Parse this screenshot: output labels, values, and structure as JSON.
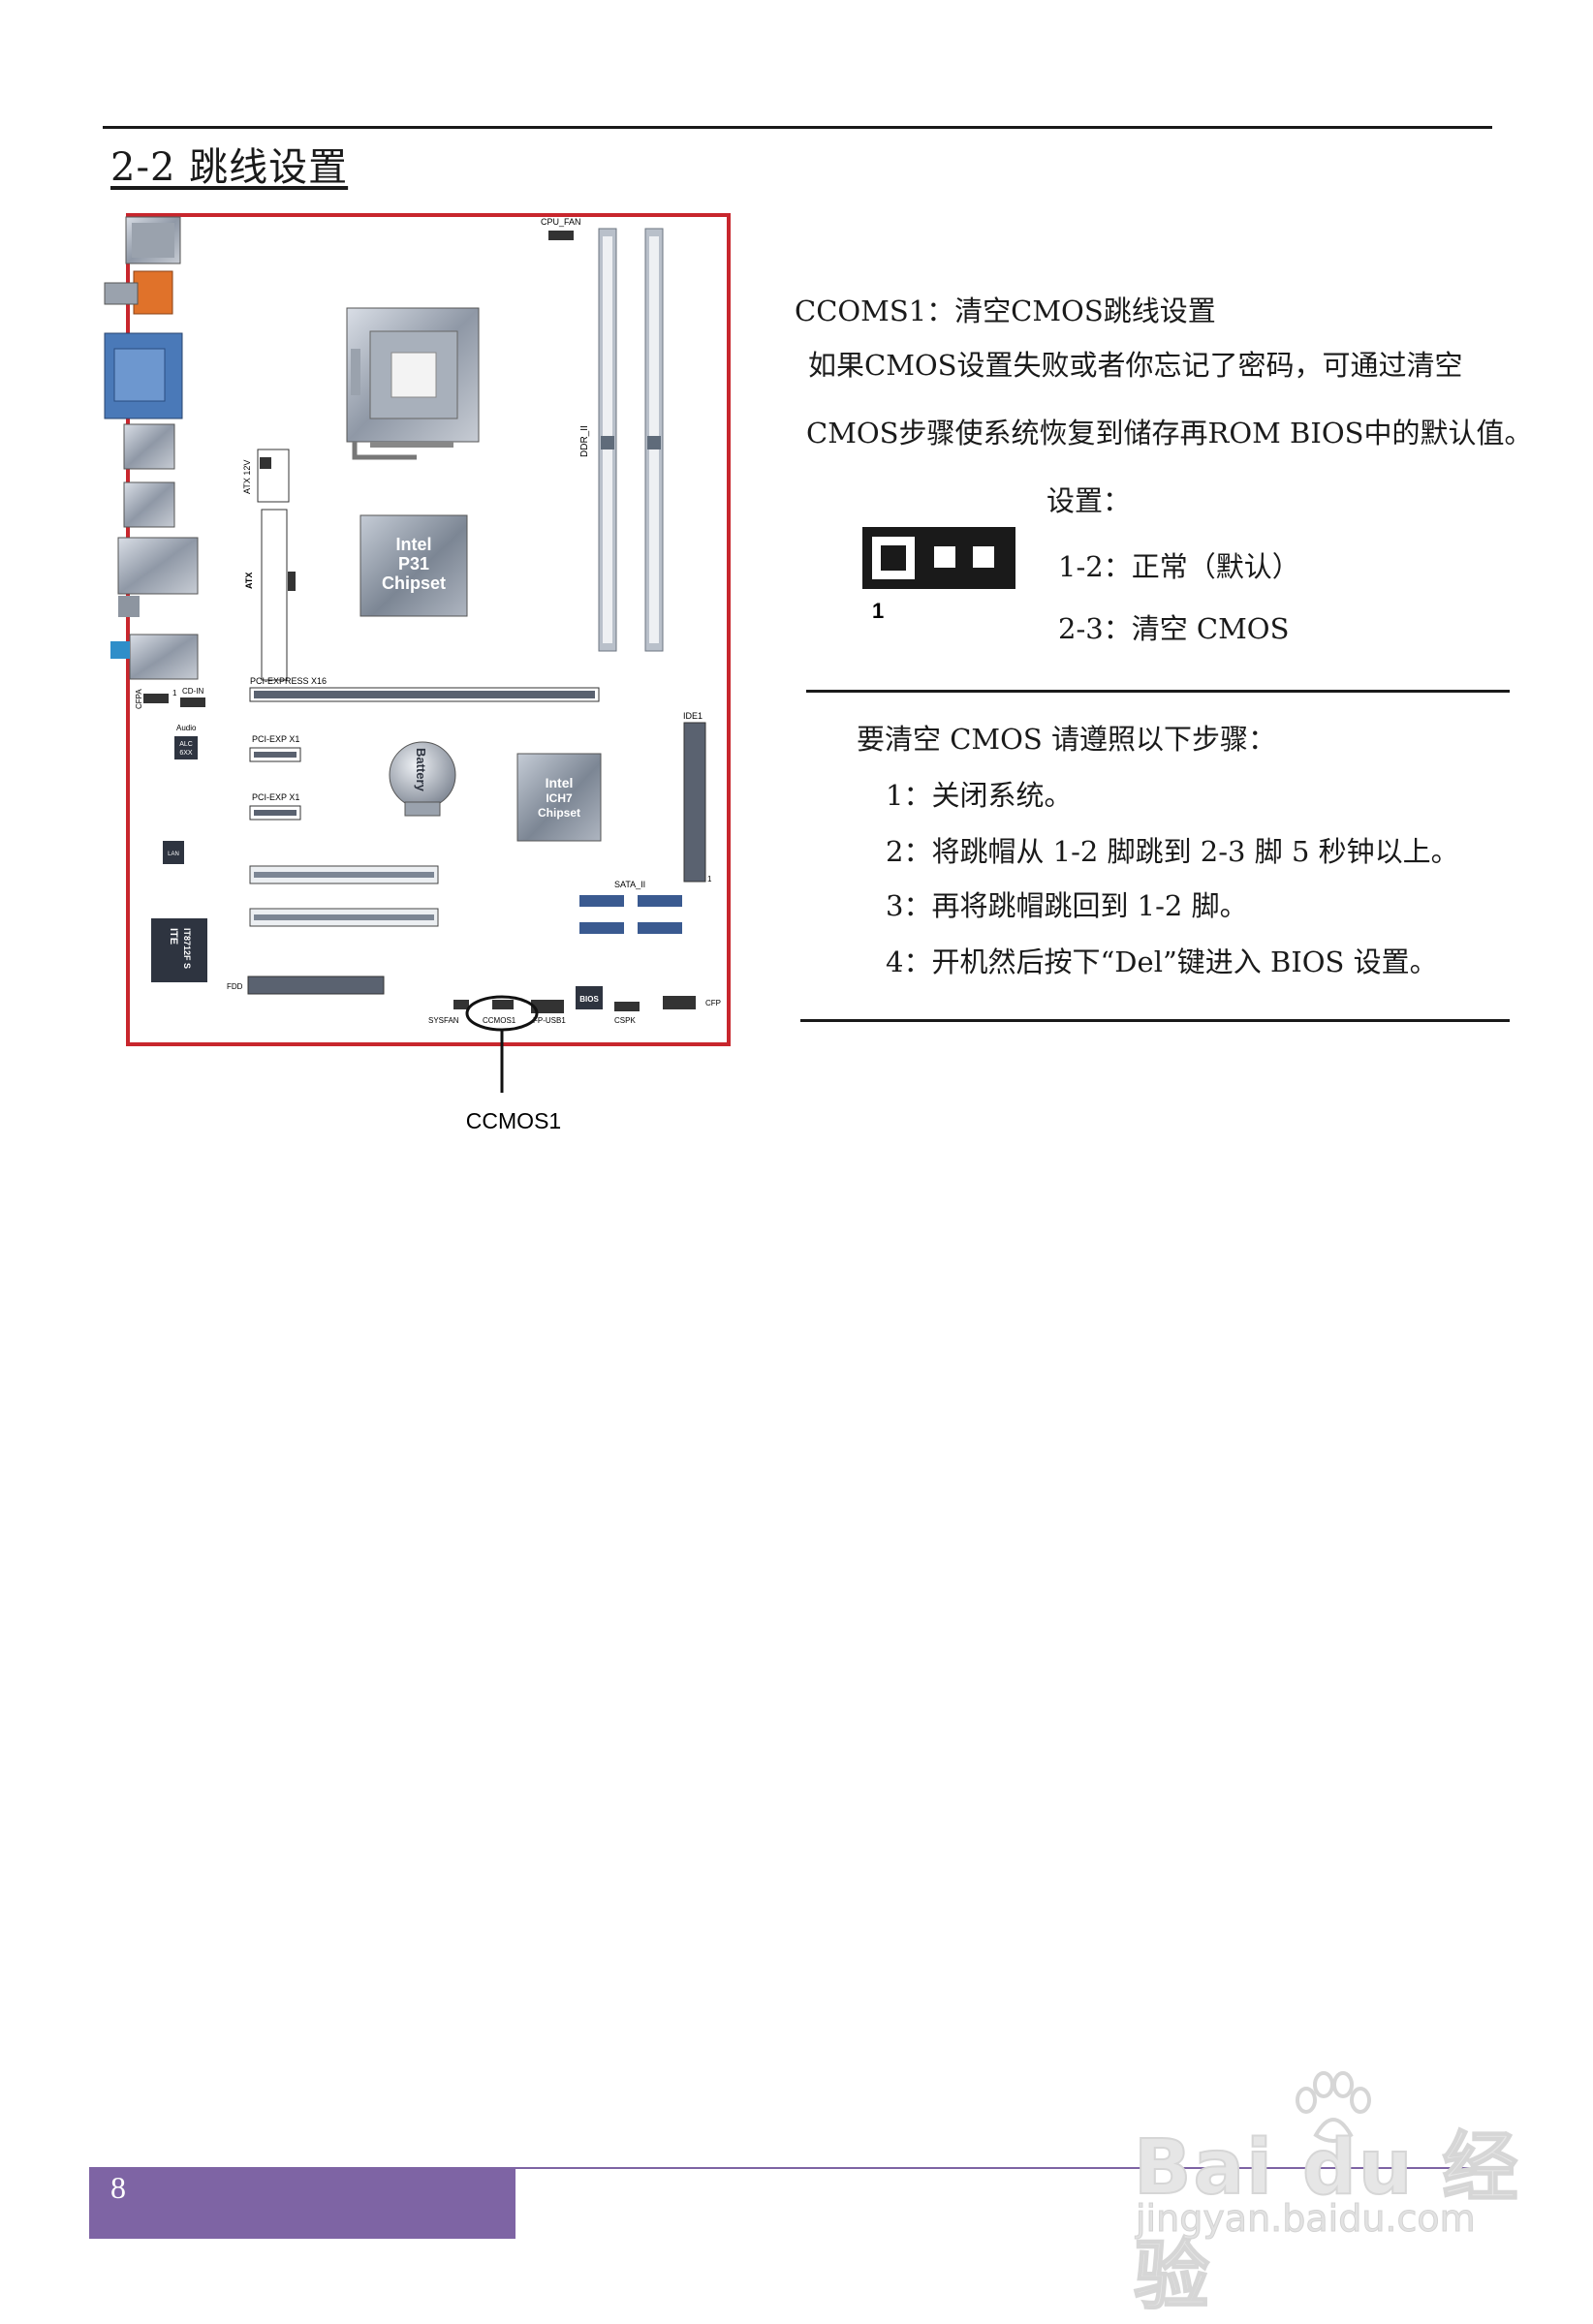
{
  "header": {
    "title": "2-2 跳线设置"
  },
  "board": {
    "labels": {
      "cpu_fan": "CPU_FAN",
      "ddr": "DDR_II",
      "atx12v": "ATX 12V",
      "atx": "ATX",
      "p31_line1": "Intel",
      "p31_line2": "P31",
      "p31_line3": "Chipset",
      "pciex16": "PCI-EXPRESS X16",
      "pcie1": "PCI-EXP X1",
      "pcie2": "PCI-EXP X1",
      "battery": "Battery",
      "ich7_line1": "Intel",
      "ich7_line2": "ICH7",
      "ich7_line3": "Chipset",
      "ide": "IDE1",
      "ide_pin": "1",
      "sata": "SATA_II",
      "cfpa": "CFPA",
      "cdin": "CD-IN",
      "cdin_pin": "1",
      "audio": "Audio",
      "alc_line1": "ALC",
      "alc_line2": "6XX",
      "lan": "LAN",
      "ite_line1": "ITE",
      "ite_line2": "IT8712F S",
      "fdd": "FDD",
      "sysfan": "SYSFAN",
      "ccmos": "CCMOS1",
      "fpusb": "FP-USB1",
      "bios": "BIOS",
      "cspk": "CSPK",
      "cfp": "CFP"
    },
    "callout": "CCMOS1"
  },
  "section1": {
    "title": "CCOMS1：清空CMOS跳线设置",
    "line1": "如果CMOS设置失败或者你忘记了密码，可通过清空",
    "line2": "CMOS步骤使系统恢复到储存再ROM BIOS中的默认值。",
    "settings_label": "设置：",
    "jumper_pin": "1",
    "option1": "1-2：正常（默认）",
    "option2": "2-3：清空 CMOS"
  },
  "section2": {
    "intro": "要清空 CMOS 请遵照以下步骤：",
    "steps": [
      "1：关闭系统。",
      "2：将跳帽从 1-2 脚跳到 2-3 脚 5 秒钟以上。",
      "3：再将跳帽跳回到 1-2 脚。",
      "4：开机然后按下“Del”键进入 BIOS 设置。"
    ]
  },
  "footer": {
    "page_number": "8"
  },
  "watermark": {
    "main": "Bai du 经验",
    "sub": "jingyan.baidu.com"
  },
  "colors": {
    "board_border": "#c8262d",
    "footer_bar": "#7e64a4"
  }
}
